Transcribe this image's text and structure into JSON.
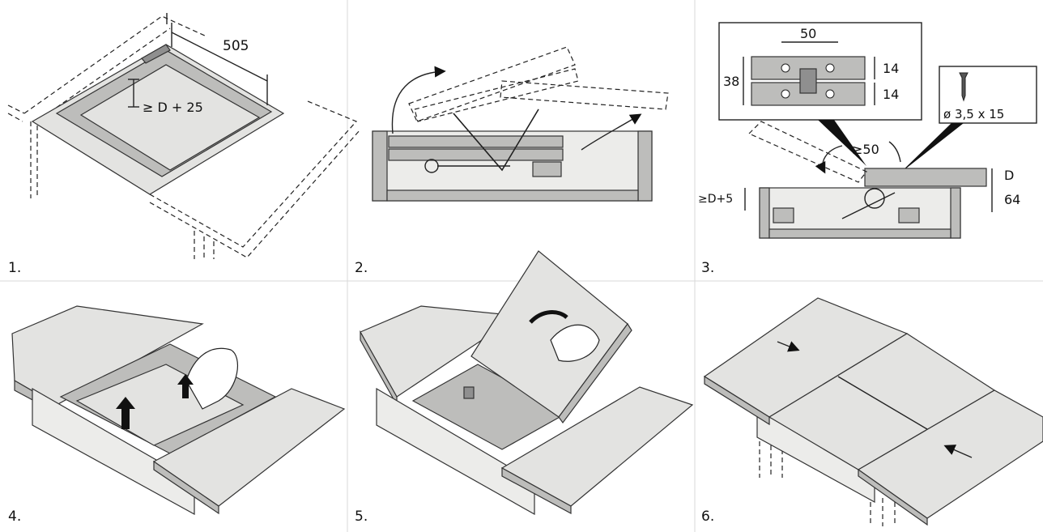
{
  "panels": [
    {
      "step": "1.",
      "dims": {
        "width": "505",
        "height": "≥ D + 25"
      }
    },
    {
      "step": "2."
    },
    {
      "step": "3.",
      "dims": {
        "hinge_gap": "50",
        "hinge_h": "38",
        "hinge_s1": "14",
        "hinge_s2": "14",
        "screw": "ø 3,5 x 15",
        "min_gap": "≥50",
        "thickness": "D",
        "depth": "64",
        "clear": "≥D+5"
      }
    },
    {
      "step": "4."
    },
    {
      "step": "5."
    },
    {
      "step": "6."
    }
  ],
  "colors": {
    "top": "#e3e3e1",
    "side": "#bdbdbb",
    "dark": "#8f8f8f",
    "line": "#222222"
  }
}
